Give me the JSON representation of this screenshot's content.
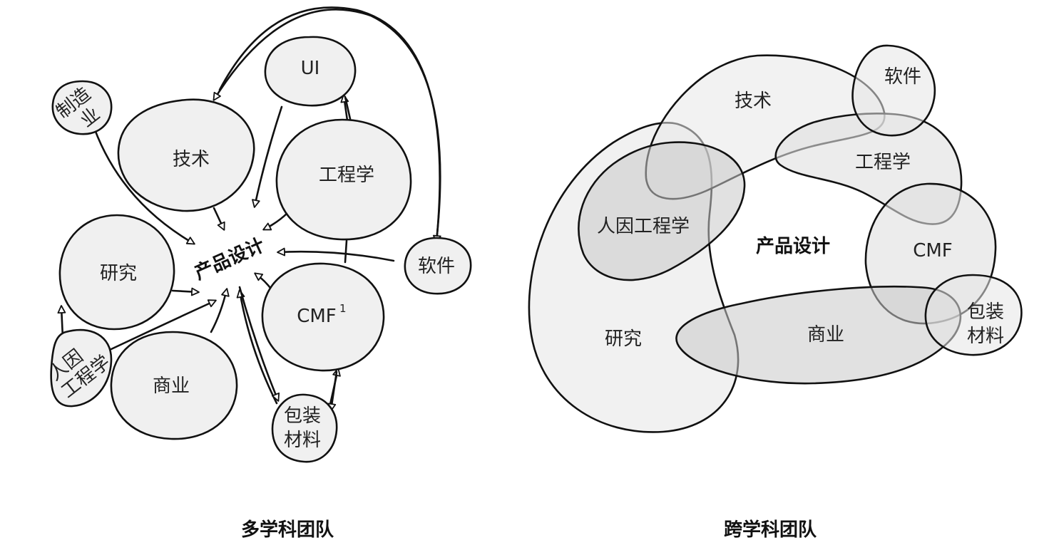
{
  "multi": {
    "title": "多学科团队",
    "center": "产品设计",
    "nodes": {
      "ui": "UI",
      "tech": "技术",
      "engineering": "工程学",
      "research": "研究",
      "business": "商业",
      "cmf": "CMF",
      "cmf_sup": "1",
      "software": "软件",
      "manufacturing_1": "制造",
      "manufacturing_2": "业",
      "human_factors_1": "人因",
      "human_factors_2": "工程学",
      "packaging_1": "包装",
      "packaging_2": "材料"
    }
  },
  "cross": {
    "title": "跨学科团队",
    "center": "产品设计",
    "nodes": {
      "tech": "技术",
      "software": "软件",
      "engineering": "工程学",
      "human_factors": "人因工程学",
      "cmf": "CMF",
      "research": "研究",
      "business": "商业",
      "packaging_1": "包装",
      "packaging_2": "材料"
    }
  },
  "colors": {
    "fill_light": "#f0f0f0",
    "fill_mid": "#d9d9d9",
    "fill_dark": "#c4c4c4",
    "stroke": "#111111"
  }
}
